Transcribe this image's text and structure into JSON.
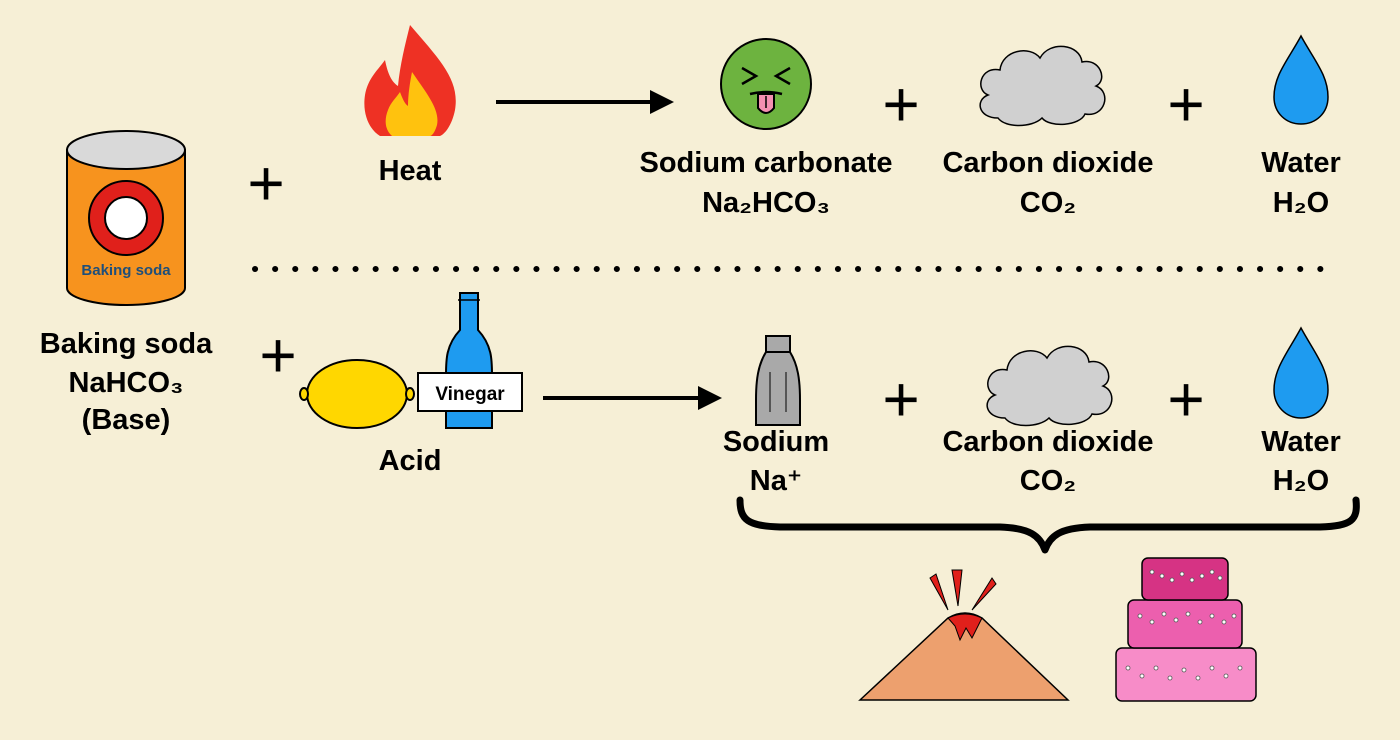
{
  "baking_soda": {
    "can_label": "Baking soda",
    "name": "Baking soda",
    "formula": "NaHCO₃",
    "type": "(Base)"
  },
  "plus_sign": "+",
  "heat": {
    "label": "Heat"
  },
  "acid": {
    "label": "Acid",
    "vinegar_label": "Vinegar"
  },
  "top_products": {
    "sodium_carbonate": {
      "name": "Sodium carbonate",
      "formula": "Na₂HCO₃"
    },
    "carbon_dioxide": {
      "name": "Carbon dioxide",
      "formula": "CO₂"
    },
    "water": {
      "name": "Water",
      "formula": "H₂O"
    }
  },
  "bottom_products": {
    "sodium": {
      "name": "Sodium",
      "formula": "Na⁺"
    },
    "carbon_dioxide": {
      "name": "Carbon dioxide",
      "formula": "CO₂"
    },
    "water": {
      "name": "Water",
      "formula": "H₂O"
    }
  },
  "colors": {
    "background": "#f6efd6",
    "can_body": "#f7931e",
    "can_lid": "#d9d9d9",
    "can_ring": "#e0201b",
    "flame_outer": "#ee3124",
    "flame_inner": "#ffc20e",
    "face": "#6db33f",
    "tongue": "#f48fb1",
    "cloud": "#d0d0d0",
    "water_drop": "#1e9bf0",
    "lemon": "#ffd700",
    "bottle": "#1e9bf0",
    "shaker": "#a9a9a9",
    "volcano": "#eda06e",
    "lava": "#e0201b",
    "cake_top": "#d63384",
    "cake_mid": "#ec5fae",
    "cake_bottom": "#f78cc8"
  }
}
